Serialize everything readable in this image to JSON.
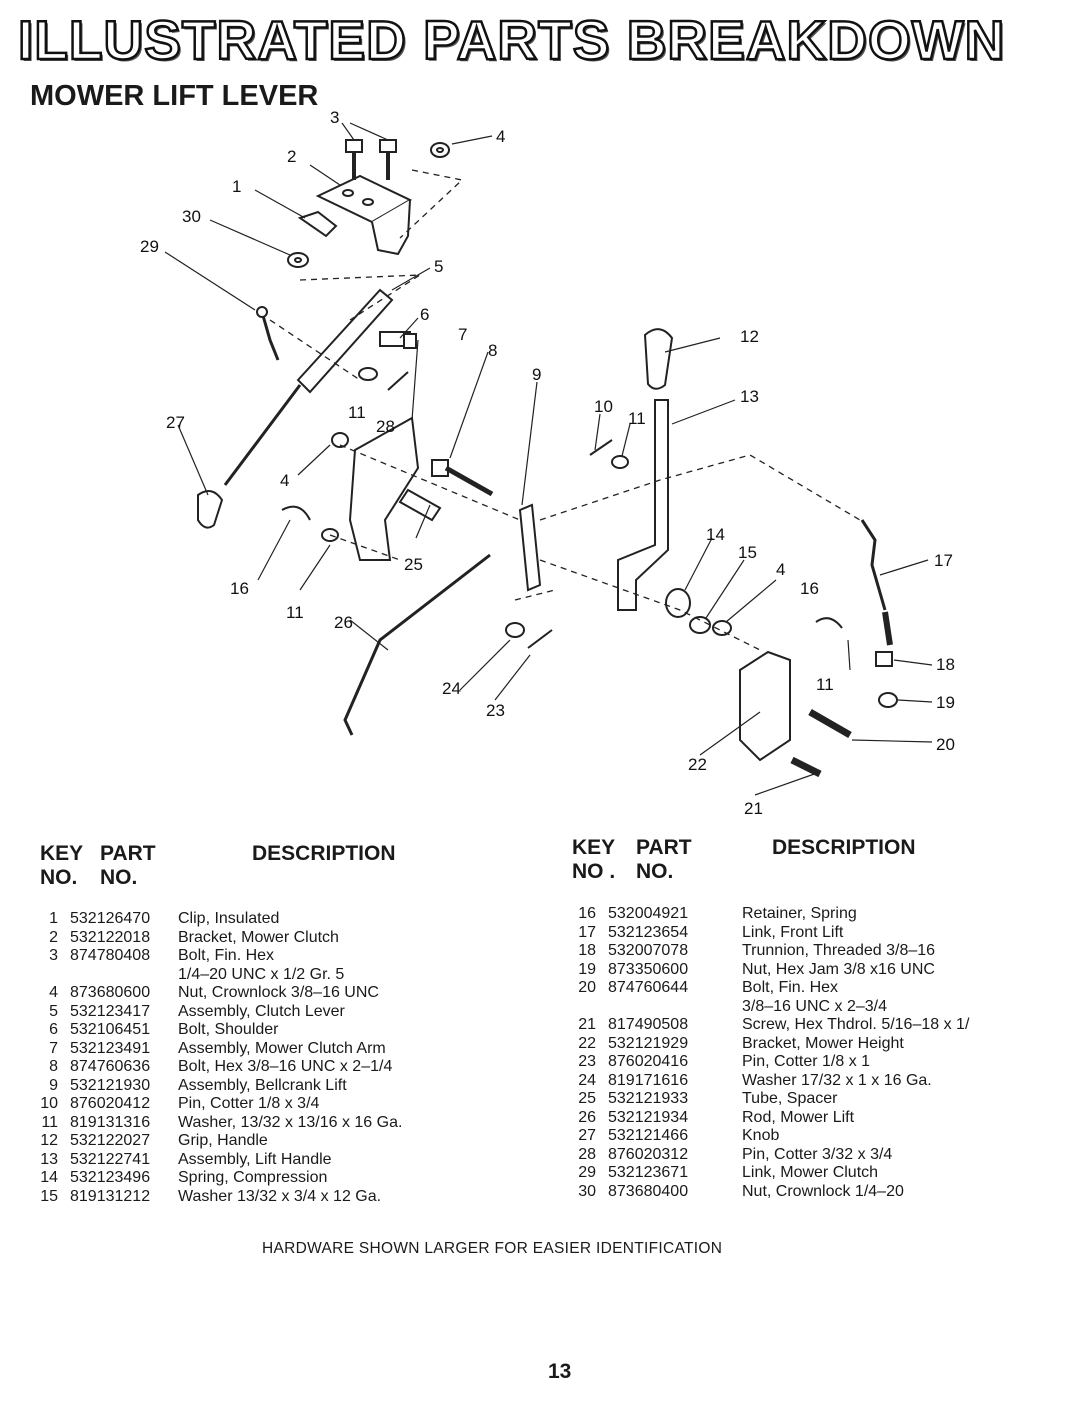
{
  "header": {
    "title": "ILLUSTRATED PARTS BREAKDOWN",
    "subtitle": "MOWER LIFT LEVER"
  },
  "diagram": {
    "callouts": [
      "1",
      "2",
      "3",
      "4",
      "5",
      "6",
      "7",
      "8",
      "9",
      "10",
      "11",
      "12",
      "13",
      "14",
      "15",
      "16",
      "17",
      "18",
      "19",
      "20",
      "21",
      "22",
      "23",
      "24",
      "25",
      "26",
      "27",
      "28",
      "29",
      "30"
    ]
  },
  "table": {
    "headers": {
      "key_line1": "KEY",
      "key_line2": "NO.",
      "key_line2_right": "NO .",
      "part_line1": "PART",
      "part_line2": "NO.",
      "description": "DESCRIPTION"
    },
    "left": [
      {
        "key": "1",
        "part": "532126470",
        "desc": "Clip, Insulated"
      },
      {
        "key": "2",
        "part": "532122018",
        "desc": "Bracket, Mower Clutch"
      },
      {
        "key": "3",
        "part": "874780408",
        "desc": "Bolt, Fin. Hex"
      },
      {
        "key": "",
        "part": "",
        "desc": "1/4–20 UNC x 1/2 Gr. 5"
      },
      {
        "key": "4",
        "part": "873680600",
        "desc": "Nut, Crownlock 3/8–16 UNC"
      },
      {
        "key": "5",
        "part": "532123417",
        "desc": "Assembly, Clutch Lever"
      },
      {
        "key": "6",
        "part": "532106451",
        "desc": "Bolt, Shoulder"
      },
      {
        "key": "7",
        "part": "532123491",
        "desc": "Assembly, Mower Clutch Arm"
      },
      {
        "key": "8",
        "part": "874760636",
        "desc": "Bolt, Hex 3/8–16 UNC x 2–1/4"
      },
      {
        "key": "9",
        "part": "532121930",
        "desc": "Assembly, Bellcrank Lift"
      },
      {
        "key": "10",
        "part": "876020412",
        "desc": "Pin, Cotter 1/8 x 3/4"
      },
      {
        "key": "11",
        "part": "819131316",
        "desc": "Washer, 13/32 x 13/16 x 16 Ga."
      },
      {
        "key": "12",
        "part": "532122027",
        "desc": "Grip, Handle"
      },
      {
        "key": "13",
        "part": "532122741",
        "desc": "Assembly, Lift Handle"
      },
      {
        "key": "14",
        "part": "532123496",
        "desc": "Spring, Compression"
      },
      {
        "key": "15",
        "part": "819131212",
        "desc": "Washer 13/32 x 3/4 x 12 Ga."
      }
    ],
    "right": [
      {
        "key": "16",
        "part": "532004921",
        "desc": "Retainer, Spring"
      },
      {
        "key": "17",
        "part": "532123654",
        "desc": "Link, Front Lift"
      },
      {
        "key": "18",
        "part": "532007078",
        "desc": "Trunnion, Threaded 3/8–16"
      },
      {
        "key": "19",
        "part": "873350600",
        "desc": "Nut, Hex Jam 3/8 x16 UNC"
      },
      {
        "key": "20",
        "part": "874760644",
        "desc": "Bolt, Fin. Hex"
      },
      {
        "key": "",
        "part": "",
        "desc": "3/8–16 UNC x 2–3/4"
      },
      {
        "key": "21",
        "part": "817490508",
        "desc": "Screw, Hex Thdrol. 5/16–18 x 1/"
      },
      {
        "key": "22",
        "part": "532121929",
        "desc": "Bracket, Mower Height"
      },
      {
        "key": "23",
        "part": "876020416",
        "desc": "Pin, Cotter 1/8 x 1"
      },
      {
        "key": "24",
        "part": "819171616",
        "desc": "Washer 17/32 x 1 x 16 Ga."
      },
      {
        "key": "25",
        "part": "532121933",
        "desc": "Tube, Spacer"
      },
      {
        "key": "26",
        "part": "532121934",
        "desc": "Rod, Mower Lift"
      },
      {
        "key": "27",
        "part": "532121466",
        "desc": "Knob"
      },
      {
        "key": "28",
        "part": "876020312",
        "desc": "Pin, Cotter 3/32 x 3/4"
      },
      {
        "key": "29",
        "part": "532123671",
        "desc": "Link, Mower Clutch"
      },
      {
        "key": "30",
        "part": "873680400",
        "desc": "Nut, Crownlock 1/4–20"
      }
    ]
  },
  "footer": {
    "note": "HARDWARE SHOWN LARGER FOR EASIER IDENTIFICATION",
    "page_number": "13"
  }
}
